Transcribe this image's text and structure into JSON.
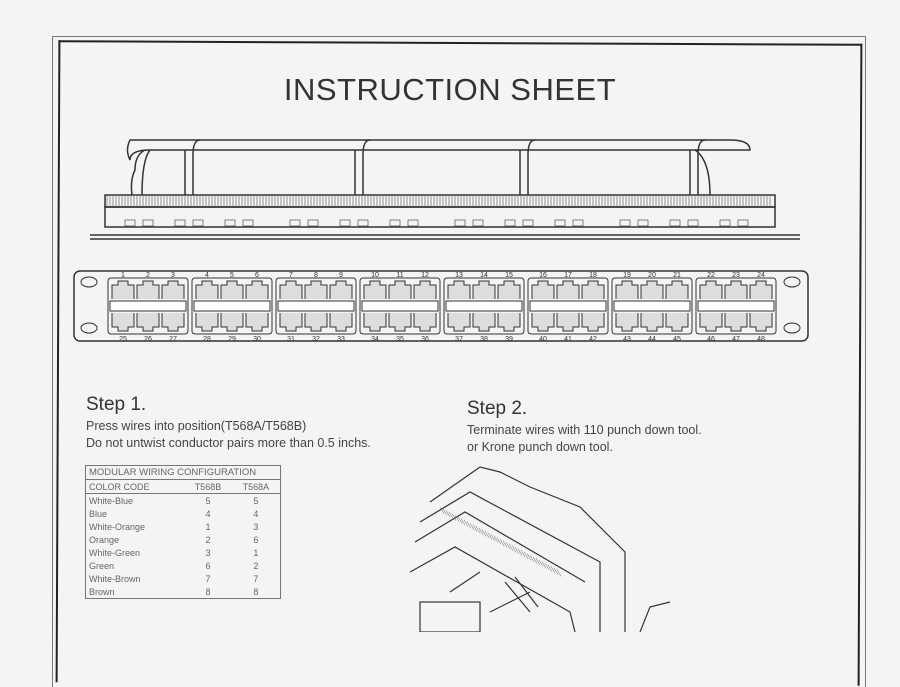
{
  "title": "INSTRUCTION SHEET",
  "panel": {
    "top_ports": [
      "1",
      "2",
      "3",
      "4",
      "5",
      "6",
      "7",
      "8",
      "9",
      "10",
      "11",
      "12",
      "13",
      "14",
      "15",
      "16",
      "17",
      "18",
      "19",
      "20",
      "21",
      "22",
      "23",
      "24"
    ],
    "bottom_ports": [
      "25",
      "26",
      "27",
      "28",
      "29",
      "30",
      "31",
      "32",
      "33",
      "34",
      "35",
      "36",
      "37",
      "38",
      "39",
      "40",
      "41",
      "42",
      "43",
      "44",
      "45",
      "46",
      "47",
      "48"
    ]
  },
  "step1": {
    "heading": "Step 1.",
    "line1": "Press wires into position(T568A/T568B)",
    "line2": "Do not untwist conductor pairs more than 0.5 inchs."
  },
  "step2": {
    "heading": "Step 2.",
    "line1": "Terminate wires with 110 punch down tool.",
    "line2": "or Krone punch down tool."
  },
  "table": {
    "caption": "MODULAR WIRING CONFIGURATION",
    "headers": [
      "COLOR CODE",
      "T568B",
      "T568A"
    ],
    "rows": [
      [
        "White-Blue",
        "5",
        "5"
      ],
      [
        "Blue",
        "4",
        "4"
      ],
      [
        "White-Orange",
        "1",
        "3"
      ],
      [
        "Orange",
        "2",
        "6"
      ],
      [
        "White-Green",
        "3",
        "1"
      ],
      [
        "Green",
        "6",
        "2"
      ],
      [
        "White-Brown",
        "7",
        "7"
      ],
      [
        "Brown",
        "8",
        "8"
      ]
    ]
  }
}
